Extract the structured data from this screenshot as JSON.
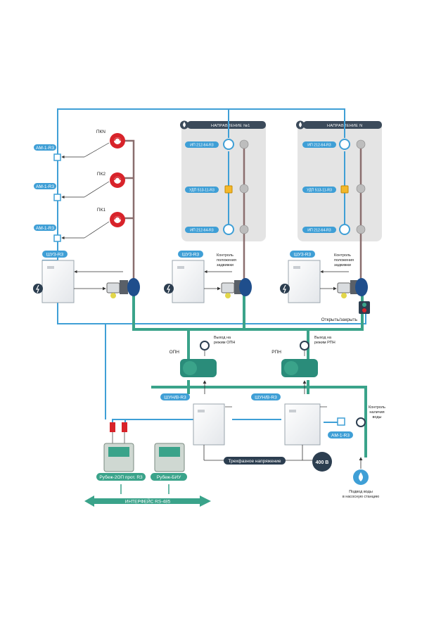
{
  "directions": [
    {
      "header": "НАПРАВЛЕНИЕ №1",
      "det_top": "ИП 212-64-R3",
      "det_mid": "УДП 513-11-R3",
      "det_bot": "ИП 212-64-R3"
    },
    {
      "header": "НАПРАВЛЕНИЕ N",
      "det_top": "ИП 212-64-R3",
      "det_mid": "УДП 513-11-R3",
      "det_bot": "ИП 212-64-R3"
    }
  ],
  "left_column": {
    "am_labels": [
      "АМ-1-R3",
      "АМ-1-R3",
      "АМ-1-R3"
    ],
    "pk_labels": [
      "ПКN",
      "ПК2",
      "ПК1"
    ]
  },
  "shue_label": "ШУЗ-R3",
  "valve_control_label": [
    "Контроль",
    "положения",
    "задвижки"
  ],
  "open_close_label": "Открыть/закрыть",
  "pumps": [
    {
      "name": "ОПН",
      "mode_label": [
        "Выход на",
        "режим ОПН"
      ]
    },
    {
      "name": "РПН",
      "mode_label": [
        "Выход на",
        "режим РПН"
      ]
    }
  ],
  "shun_label": "ШУН/В-R3",
  "water_control_label": [
    "Контроль",
    "наличия",
    "воды"
  ],
  "am_right_label": "АМ-1-R3",
  "three_phase_label": "Трехфазное напряжение",
  "voltage_label": "400 В",
  "water_supply_label": [
    "Подвод воды",
    "в насосную станцию"
  ],
  "rubezh_2op": "Рубеж-2ОП прот. R3",
  "rubezh_biu": "Рубеж-БИУ",
  "interface_label": "ИНТЕРФЕЙС RS-485",
  "colors": {
    "blue": "#3f9fd6",
    "green": "#3aa38a",
    "brown": "#8a6e6e",
    "red": "#d8232a",
    "dark": "#2c3e50",
    "navy": "#1f4e8c"
  }
}
